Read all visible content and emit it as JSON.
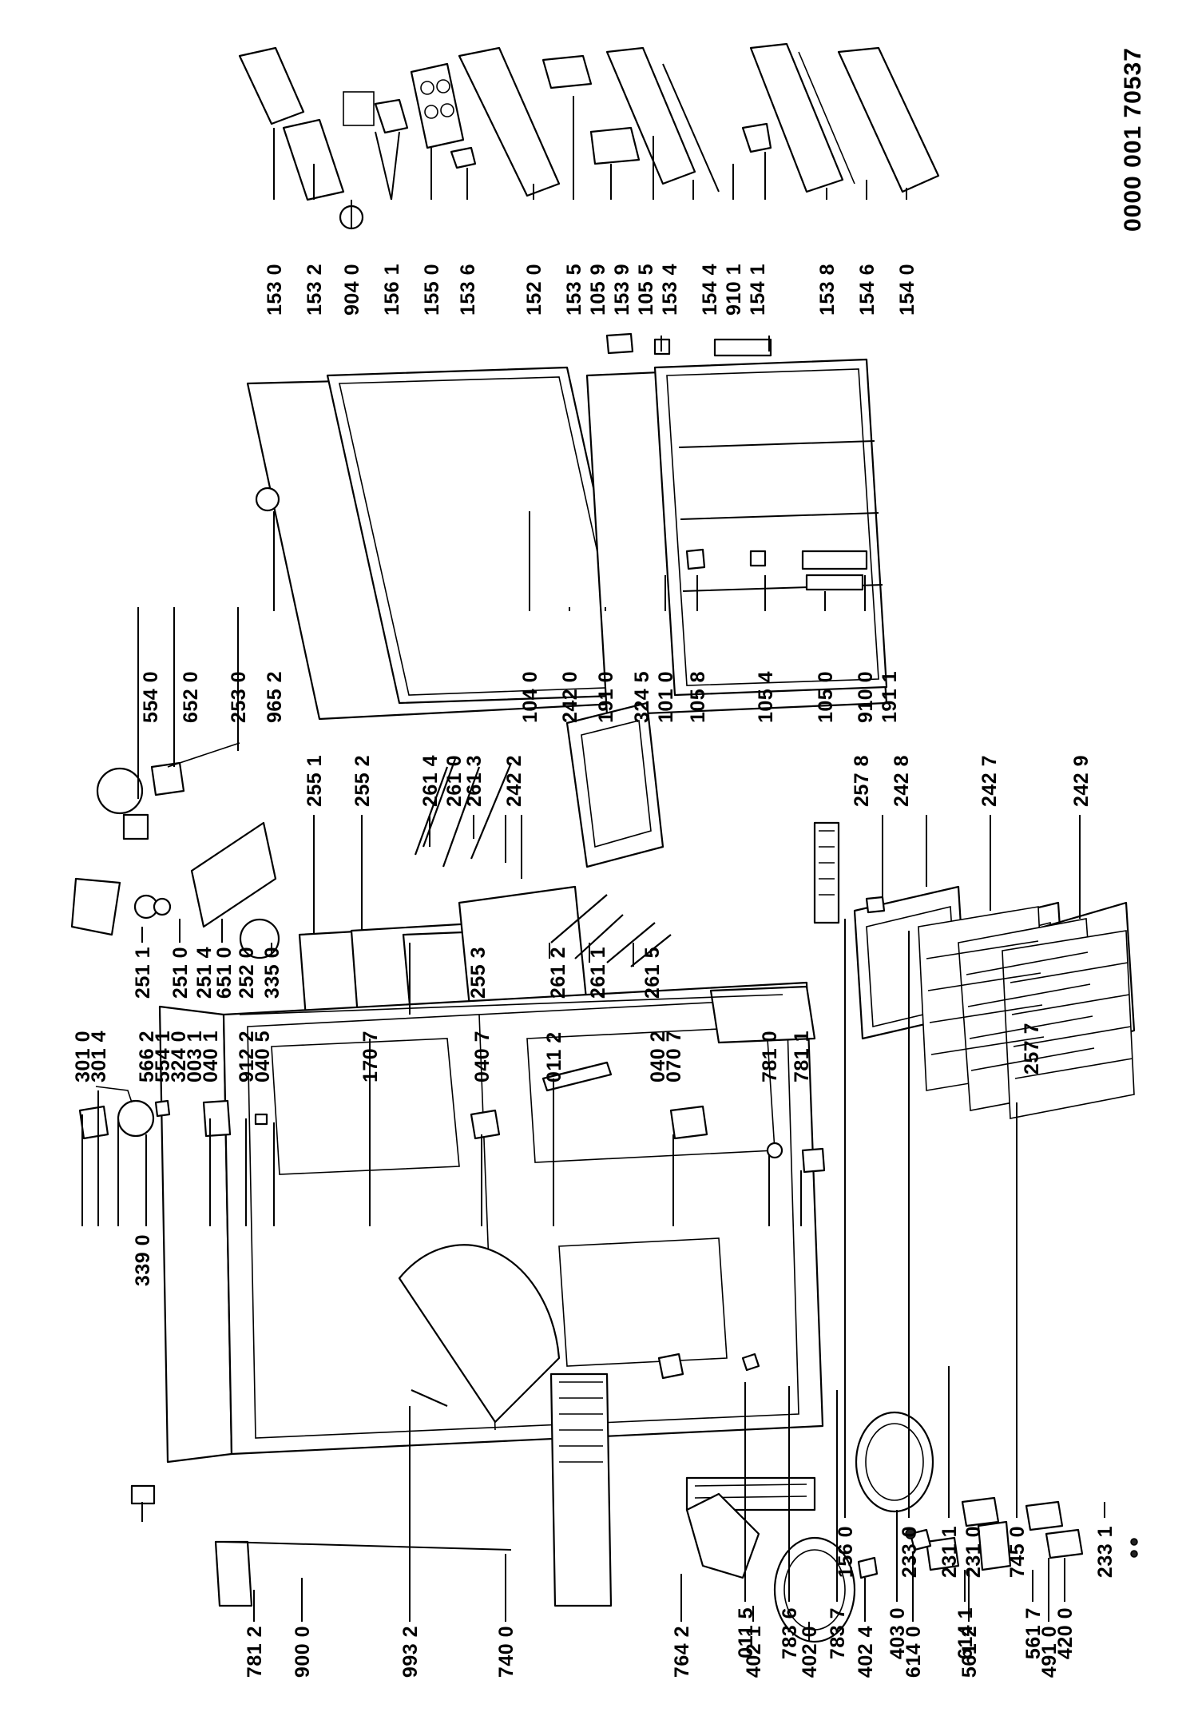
{
  "document_code": "0000 001 70537",
  "part_labels": [
    "153 0",
    "153 2",
    "904 0",
    "156 1",
    "155 0",
    "153 6",
    "152 0",
    "153 5",
    "105 9",
    "153 9",
    "105 5",
    "153 4",
    "154 4",
    "910 1",
    "154 1",
    "153 8",
    "154 6",
    "154 0",
    "554 0",
    "652 0",
    "253 0",
    "965 2",
    "104 0",
    "242 0",
    "191 0",
    "324 5",
    "101 0",
    "105 8",
    "105 4",
    "105 0",
    "910 0",
    "191 1",
    "255 1",
    "255 2",
    "261 4",
    "261 0",
    "261 3",
    "242 2",
    "257 8",
    "242 8",
    "242 7",
    "242 9",
    "251 1",
    "251 0",
    "251 4",
    "651 0",
    "252 0",
    "335 0",
    "255 3",
    "261 2",
    "261 1",
    "261 5",
    "257 7",
    "301 0",
    "301 4",
    "566 2",
    "554 1",
    "324 0",
    "003 1",
    "040 1",
    "912 2",
    "040 5",
    "170 7",
    "040 7",
    "011 2",
    "040 2",
    "070 7",
    "781 0",
    "781 1",
    "339 0",
    "156 0",
    "233 0",
    "231 1",
    "231 0",
    "745 0",
    "233 1",
    "011 5",
    "783 6",
    "783 7",
    "403 0",
    "614 1",
    "561 7",
    "420 0",
    "781 2",
    "900 0",
    "993 2",
    "740 0",
    "764 2",
    "402 1",
    "402 0",
    "402 4",
    "614 0",
    "561 2",
    "491 0"
  ]
}
